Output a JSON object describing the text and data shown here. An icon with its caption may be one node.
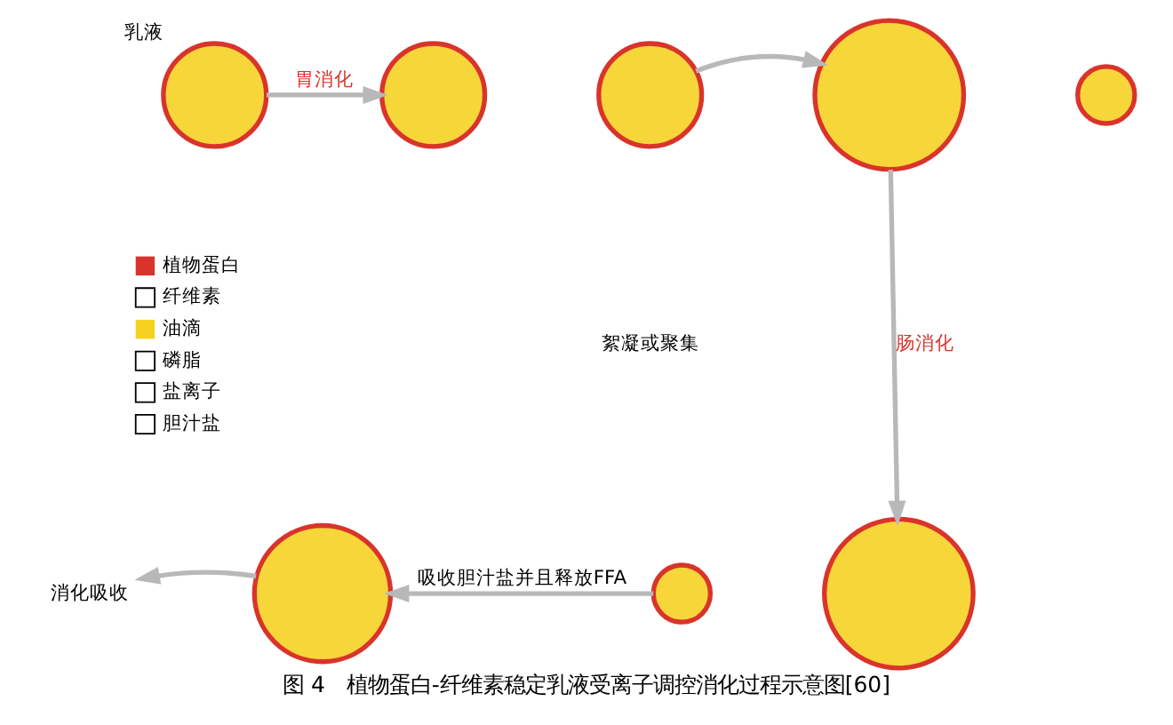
{
  "diagram": {
    "caption": "图 4　植物蛋白-纤维素稳定乳液受离子调控消化过程示意图[60]",
    "nodes": [
      {
        "text": [],
        "shape": "circle",
        "beside": [
          "乳液"
        ]
      },
      {
        "text": [],
        "shape": "circle"
      },
      {
        "text": [],
        "shape": "circle"
      },
      {
        "text": [],
        "shape": "circle"
      },
      {
        "text": [],
        "shape": "circle"
      },
      {
        "text": [
          "消化吸收"
        ]
      },
      {
        "text": [],
        "shape": "circle"
      },
      {
        "text": [],
        "shape": "circle"
      },
      {
        "text": [],
        "shape": "circle"
      }
    ],
    "edges": [
      {
        "from": 0,
        "to": 1,
        "arrow": "to",
        "label": "胃消化"
      },
      {
        "from": 2,
        "to": 3,
        "arrow": "to"
      },
      {
        "from": 3,
        "to": 8,
        "arrow": "to",
        "label": "肠消化"
      },
      {
        "from": 7,
        "to": 6,
        "arrow": "to",
        "label": "吸收胆汁盐并且释放FFA"
      },
      {
        "from": 6,
        "to": 5,
        "arrow": "to"
      }
    ],
    "labels": [
      "絮凝或聚集"
    ],
    "legend": [
      {
        "text": "植物蛋白",
        "color": "#d9342b"
      },
      {
        "text": "纤维素"
      },
      {
        "text": "油滴",
        "color": "#f5d21f"
      },
      {
        "text": "磷脂"
      },
      {
        "text": "盐离子"
      },
      {
        "text": "胆汁盐"
      }
    ]
  }
}
